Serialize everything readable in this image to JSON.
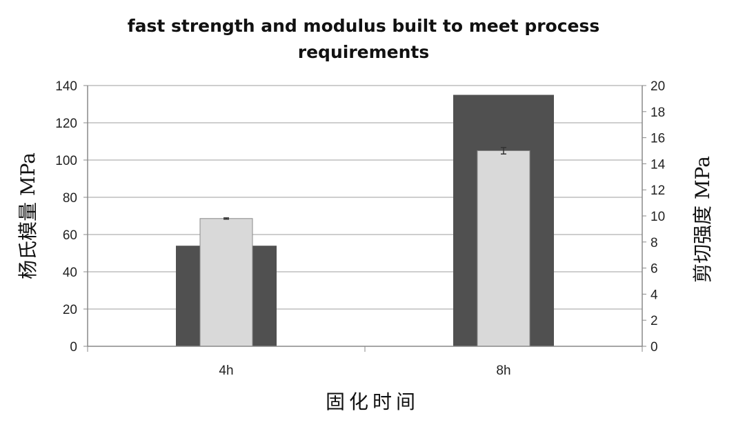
{
  "chart_data": {
    "type": "bar",
    "title": "fast strength and modulus built to meet process requirements",
    "title_lines": [
      "fast strength and modulus built to meet process",
      "requirements"
    ],
    "xlabel": "固化时间",
    "ylabel": "杨氏模量 MPa",
    "y2label": "剪切强度 MPa",
    "categories": [
      "4h",
      "8h"
    ],
    "ylim": [
      0,
      140
    ],
    "y_ticks": [
      0,
      20,
      40,
      60,
      80,
      100,
      120,
      140
    ],
    "y2lim": [
      0,
      20
    ],
    "y2_ticks": [
      0,
      2,
      4,
      6,
      8,
      10,
      12,
      14,
      16,
      18,
      20
    ],
    "grid": true,
    "legend": "none",
    "series": [
      {
        "axis": "left",
        "values": [
          54,
          135
        ],
        "color": "#505050"
      },
      {
        "axis": "right",
        "values": [
          9.8,
          15.0
        ],
        "errors": [
          0.05,
          0.25
        ],
        "color": "#d9d9d9"
      }
    ]
  }
}
